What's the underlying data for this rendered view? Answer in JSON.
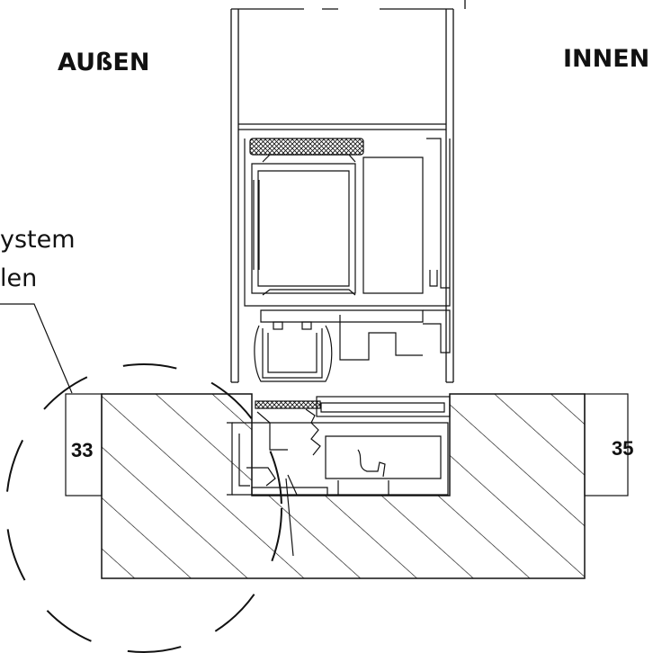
{
  "labels": {
    "outside": "AUßEN",
    "inside": "INNEN",
    "callout_line1": "ystem",
    "callout_line2": "len"
  },
  "dimensions": {
    "left": "33",
    "right": "35"
  }
}
